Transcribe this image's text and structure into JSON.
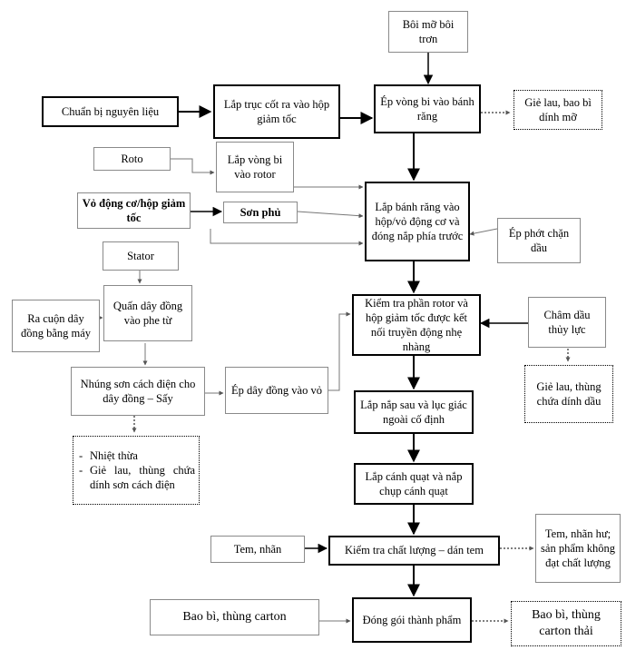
{
  "nodes": {
    "boi_mo": "Bôi mỡ bôi trơn",
    "chuan_bi": "Chuẩn bị nguyên liệu",
    "lap_truc": "Lắp trục cốt ra vào hộp giảm tốc",
    "ep_vong_bi": "Ép vòng bi vào bánh răng",
    "gie_lau_mo": "Giẻ lau, bao bì dính mỡ",
    "roto": "Roto",
    "lap_vong_bi": "Lắp vòng bi vào rotor",
    "vo_dong_co": "Vỏ động cơ/hộp giảm tốc",
    "son_phu": "Sơn phủ",
    "lap_banh_rang": "Lắp bánh răng vào hộp/vỏ động cơ và đóng nắp phía trước",
    "ep_phot": "Ép phớt chặn dầu",
    "stator": "Stator",
    "ra_cuon": "Ra cuộn dây đồng bằng máy",
    "quan_day": "Quấn dây đồng vào phe từ",
    "kiem_tra_rotor": "Kiểm tra phần rotor và hộp giảm tốc được kết nối truyền động nhẹ nhàng",
    "cham_dau": "Châm dầu thủy lực",
    "nhung_son": "Nhúng sơn cách điện cho dây đồng – Sấy",
    "ep_day_dong": "Ép dây đồng vào vỏ",
    "gie_lau_dau": "Giẻ lau, thùng chứa dính dầu",
    "lap_nap_sau": "Lắp nắp sau và lục giác ngoài cố định",
    "waste_son": [
      "Nhiệt thừa",
      "Giẻ lau, thùng chứa dính sơn cách điện"
    ],
    "lap_canh_quat": "Lắp cánh quạt và nắp chụp cánh quạt",
    "tem_nhan": "Tem, nhãn",
    "kiem_tra_cl": "Kiểm tra chất lượng – dán tem",
    "tem_nhan_hu": "Tem, nhãn hư; sản phẩm không đạt chất lượng",
    "bao_bi": "Bao bì, thùng carton",
    "dong_goi": "Đóng gói thành phẩm",
    "bao_bi_thai": "Bao bì, thùng carton thải"
  }
}
